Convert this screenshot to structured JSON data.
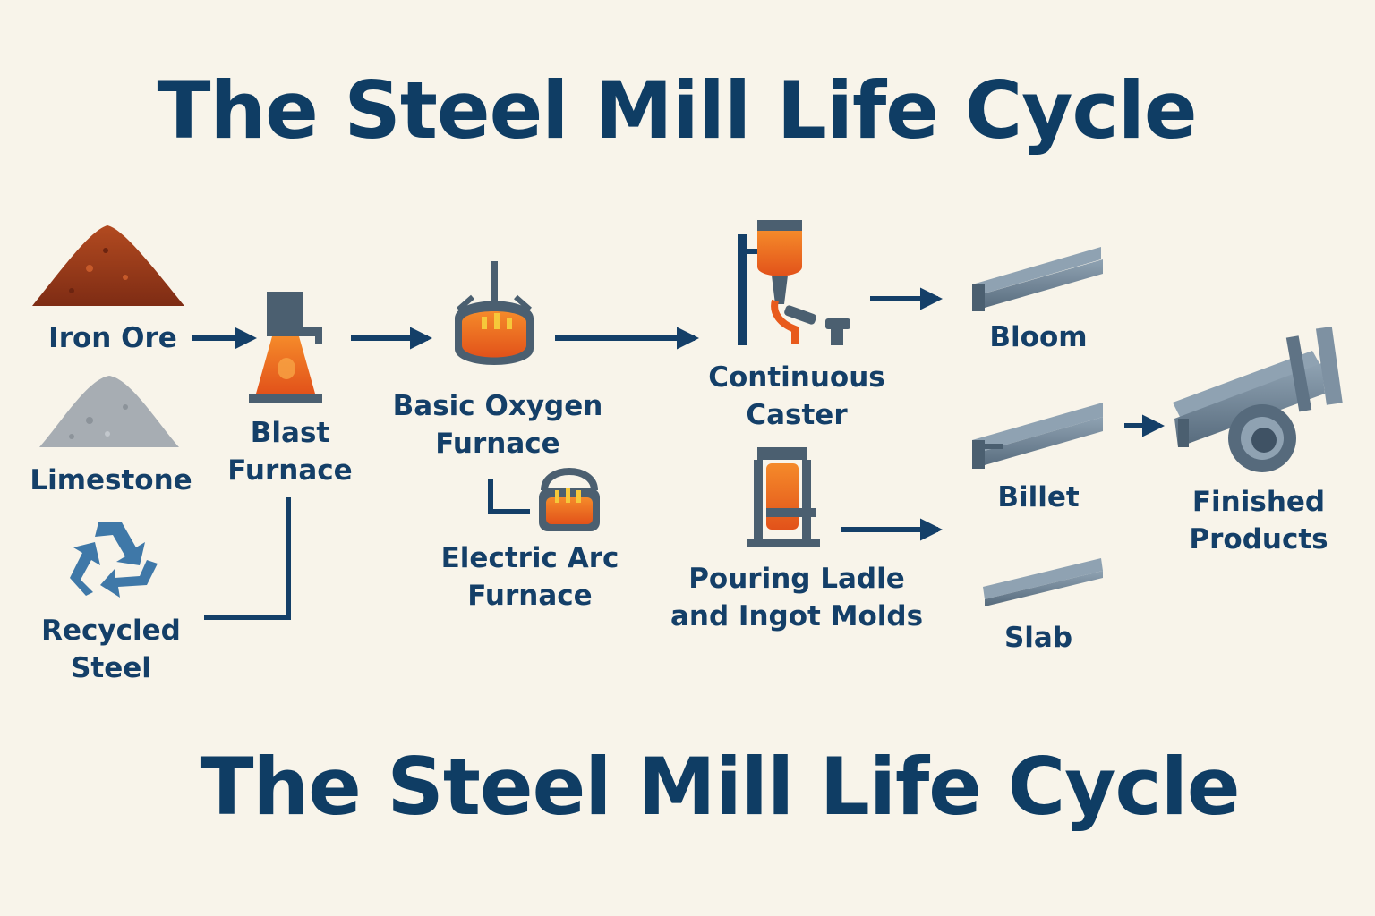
{
  "titles": {
    "top": "The Steel Mill Life Cycle",
    "bottom": "The Steel Mill Life Cycle"
  },
  "labels": {
    "iron_ore": "Iron Ore",
    "limestone": "Limestone",
    "recycled_steel_1": "Recycled",
    "recycled_steel_2": "Steel",
    "blast_furnace_1": "Blast",
    "blast_furnace_2": "Furnace",
    "bof_1": "Basic Oxygen",
    "bof_2": "Furnace",
    "eaf_1": "Electric Arc",
    "eaf_2": "Furnace",
    "caster_1": "Continuous",
    "caster_2": "Caster",
    "ladle_1": "Pouring Ladle",
    "ladle_2": "and Ingot Molds",
    "bloom": "Bloom",
    "billet": "Billet",
    "slab": "Slab",
    "finished_1": "Finished",
    "finished_2": "Products"
  },
  "colors": {
    "background": "#f8f4ea",
    "navy": "#143f68",
    "molten": "#f06a1c",
    "steel": "#66798a",
    "ore": "#a3411b",
    "limestone": "#a7adb3",
    "recycle": "#3f78a8"
  },
  "icons": [
    "iron-ore-pile-icon",
    "limestone-pile-icon",
    "recycle-icon",
    "blast-furnace-icon",
    "basic-oxygen-furnace-icon",
    "electric-arc-furnace-icon",
    "continuous-caster-icon",
    "ingot-mold-icon",
    "bloom-beam-icon",
    "billet-beam-icon",
    "slab-beam-icon",
    "finished-products-icon"
  ]
}
